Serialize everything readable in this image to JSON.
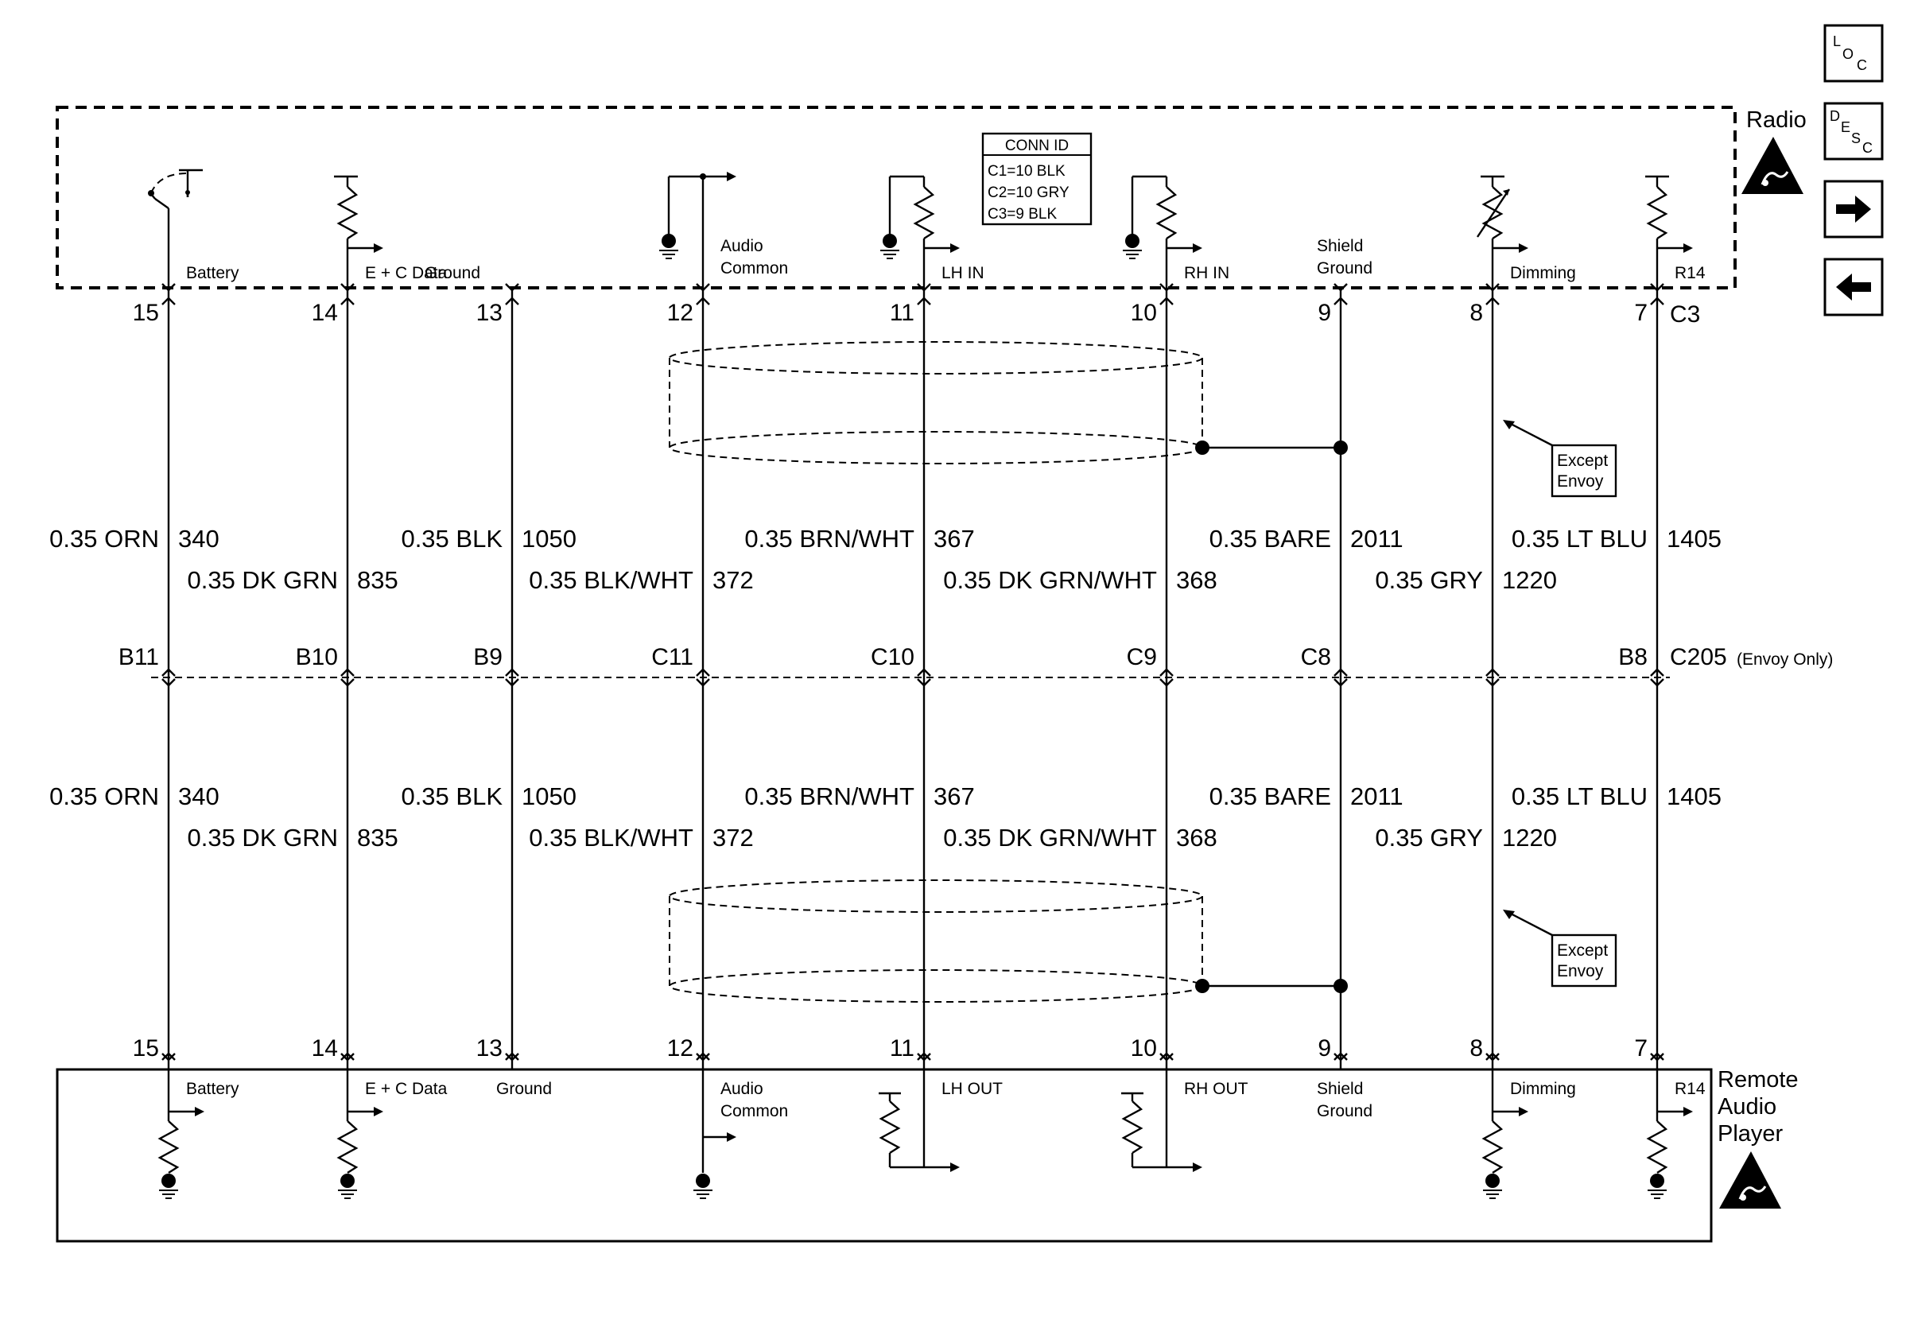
{
  "radio": {
    "label": "Radio",
    "conn_id": {
      "title": "CONN ID",
      "lines": [
        "C1=10 BLK",
        "C2=10 GRY",
        "C3=9 BLK"
      ]
    },
    "connector": "C3"
  },
  "inline_connector": {
    "name": "C205",
    "note": "(Envoy Only)"
  },
  "player": {
    "label_lines": [
      "Remote",
      "Audio",
      "Player"
    ]
  },
  "nav": {
    "loc": "LOC",
    "desc": "DESC",
    "next": "→",
    "prev": "←"
  },
  "except_note": [
    "Except",
    "Envoy"
  ],
  "circuits": [
    {
      "pin": "15",
      "c205": "B11",
      "top_signal": [
        "Battery"
      ],
      "bottom_signal": [
        "Battery"
      ],
      "color": "0.35 ORN",
      "circuit": "340",
      "row": 1
    },
    {
      "pin": "14",
      "c205": "B10",
      "top_signal": [
        "E + C Data"
      ],
      "bottom_signal": [
        "E + C Data"
      ],
      "color": "0.35 DK GRN",
      "circuit": "835",
      "row": 2
    },
    {
      "pin": "13",
      "c205": "B9",
      "top_signal": [
        "Ground"
      ],
      "bottom_signal": [
        "Ground"
      ],
      "color": "0.35 BLK",
      "circuit": "1050",
      "row": 1
    },
    {
      "pin": "12",
      "c205": "C11",
      "top_signal": [
        "Audio",
        "Common"
      ],
      "bottom_signal": [
        "Audio",
        "Common"
      ],
      "color": "0.35 BLK/WHT",
      "circuit": "372",
      "row": 2
    },
    {
      "pin": "11",
      "c205": "C10",
      "top_signal": [
        "LH IN"
      ],
      "bottom_signal": [
        "LH OUT"
      ],
      "color": "0.35 BRN/WHT",
      "circuit": "367",
      "row": 1
    },
    {
      "pin": "10",
      "c205": "C9",
      "top_signal": [
        "RH IN"
      ],
      "bottom_signal": [
        "RH OUT"
      ],
      "color": "0.35 DK GRN/WHT",
      "circuit": "368",
      "row": 2
    },
    {
      "pin": "9",
      "c205": "C8",
      "top_signal": [
        "Shield",
        "Ground"
      ],
      "bottom_signal": [
        "Shield",
        "Ground"
      ],
      "color": "0.35 BARE",
      "circuit": "2011",
      "row": 1
    },
    {
      "pin": "8",
      "c205": "",
      "top_signal": [
        "Dimming"
      ],
      "bottom_signal": [
        "Dimming"
      ],
      "color": "0.35 GRY",
      "circuit": "1220",
      "row": 2
    },
    {
      "pin": "7",
      "c205": "B8",
      "top_signal": [
        "R14"
      ],
      "bottom_signal": [
        "R14"
      ],
      "color": "0.35 LT BLU",
      "circuit": "1405",
      "row": 1
    }
  ]
}
